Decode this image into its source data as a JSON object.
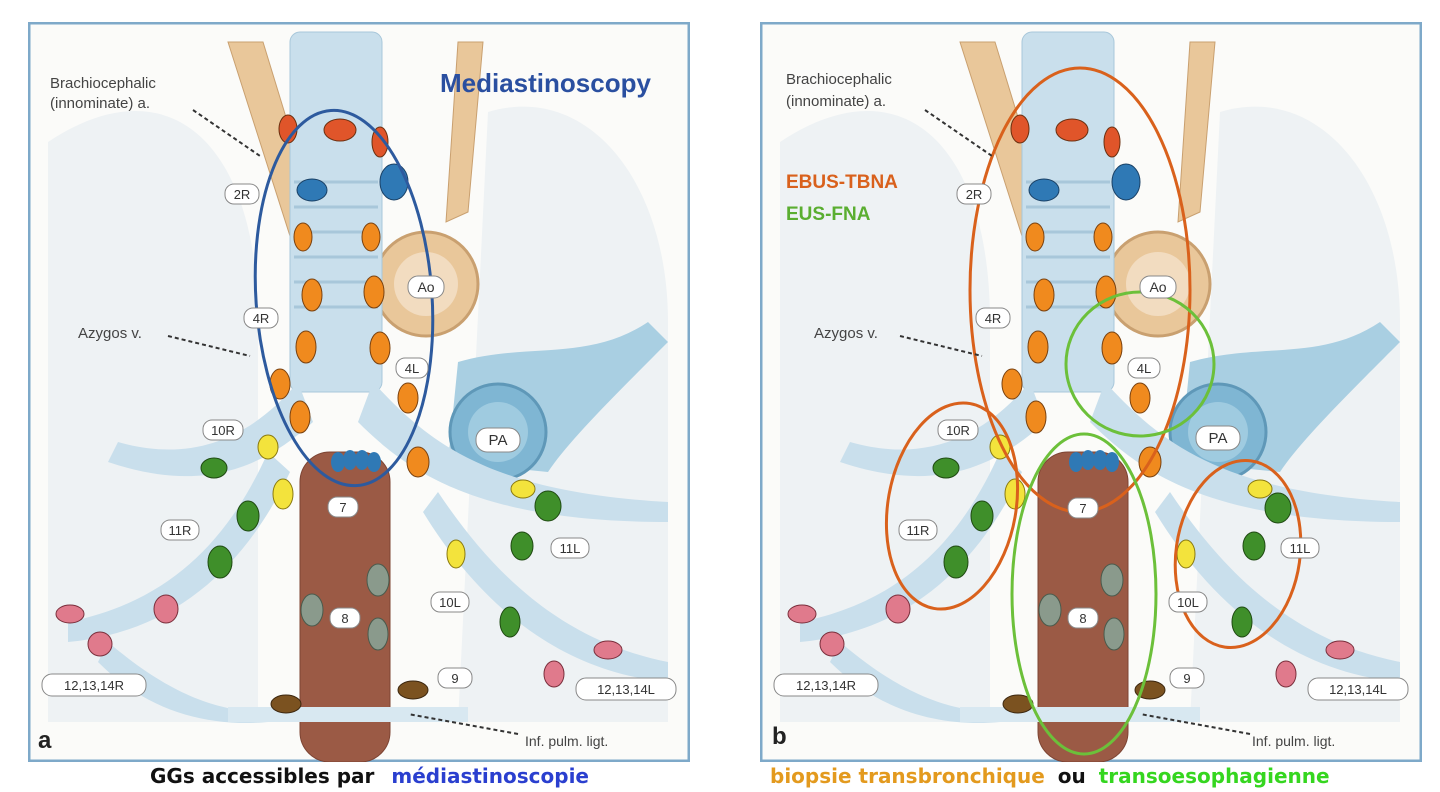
{
  "colors": {
    "frame": "#7ea9c9",
    "background": "#fbfbf9",
    "airway": "#c9dfec",
    "artery": "#e9c79a",
    "esophagus": "#9b5a45",
    "pulmonary_artery": "#7fb6d3",
    "node_orange": "#f08a1e",
    "node_red": "#e0552a",
    "node_blue": "#2f79b5",
    "node_yellow": "#f3e33c",
    "node_green": "#3f8f2a",
    "node_pink": "#e07a8c",
    "node_gray": "#8a9a8c",
    "node_brown": "#7b5220",
    "mediastinoscopy_ellipse": "#2d5a9e",
    "ebus_ellipse": "#d9611c",
    "eus_ellipse": "#6cc03a",
    "caption_black": "#111111",
    "caption_blue": "#2a3fcf",
    "caption_orange": "#e39a1e",
    "caption_green": "#35d61f"
  },
  "panel_a": {
    "heading": "Mediastinoscopy",
    "letter": "a",
    "labels": {
      "brachiocephalic_line1": "Brachiocephalic",
      "brachiocephalic_line2": "(innominate) a.",
      "azygos": "Azygos v.",
      "inf_pulm": "Inf. pulm. ligt."
    },
    "stations": {
      "s2r": "2R",
      "s4r": "4R",
      "s4l": "4L",
      "ao": "Ao",
      "pa": "PA",
      "s10r": "10R",
      "s11r": "11R",
      "s7": "7",
      "s8": "8",
      "s9": "9",
      "s10l": "10L",
      "s11l": "11L",
      "s12r": "12,13,14R",
      "s12l": "12,13,14L"
    }
  },
  "panel_b": {
    "legend_ebus": "EBUS-TBNA",
    "legend_eus": "EUS-FNA",
    "letter": "b",
    "labels": {
      "brachiocephalic_line1": "Brachiocephalic",
      "brachiocephalic_line2": "(innominate) a.",
      "azygos": "Azygos v.",
      "inf_pulm": "Inf. pulm. ligt."
    },
    "stations": {
      "s2r": "2R",
      "s4r": "4R",
      "s4l": "4L",
      "ao": "Ao",
      "pa": "PA",
      "s10r": "10R",
      "s11r": "11R",
      "s7": "7",
      "s8": "8",
      "s9": "9",
      "s10l": "10L",
      "s11l": "11L",
      "s12r": "12,13,14R",
      "s12l": "12,13,14L"
    }
  },
  "captions": {
    "left_prefix": "GGs accessibles par",
    "left_highlight": "médiastinoscopie",
    "right_part1": "biopsie transbronchique",
    "right_connector": "ou",
    "right_part2": "transoesophagienne"
  }
}
